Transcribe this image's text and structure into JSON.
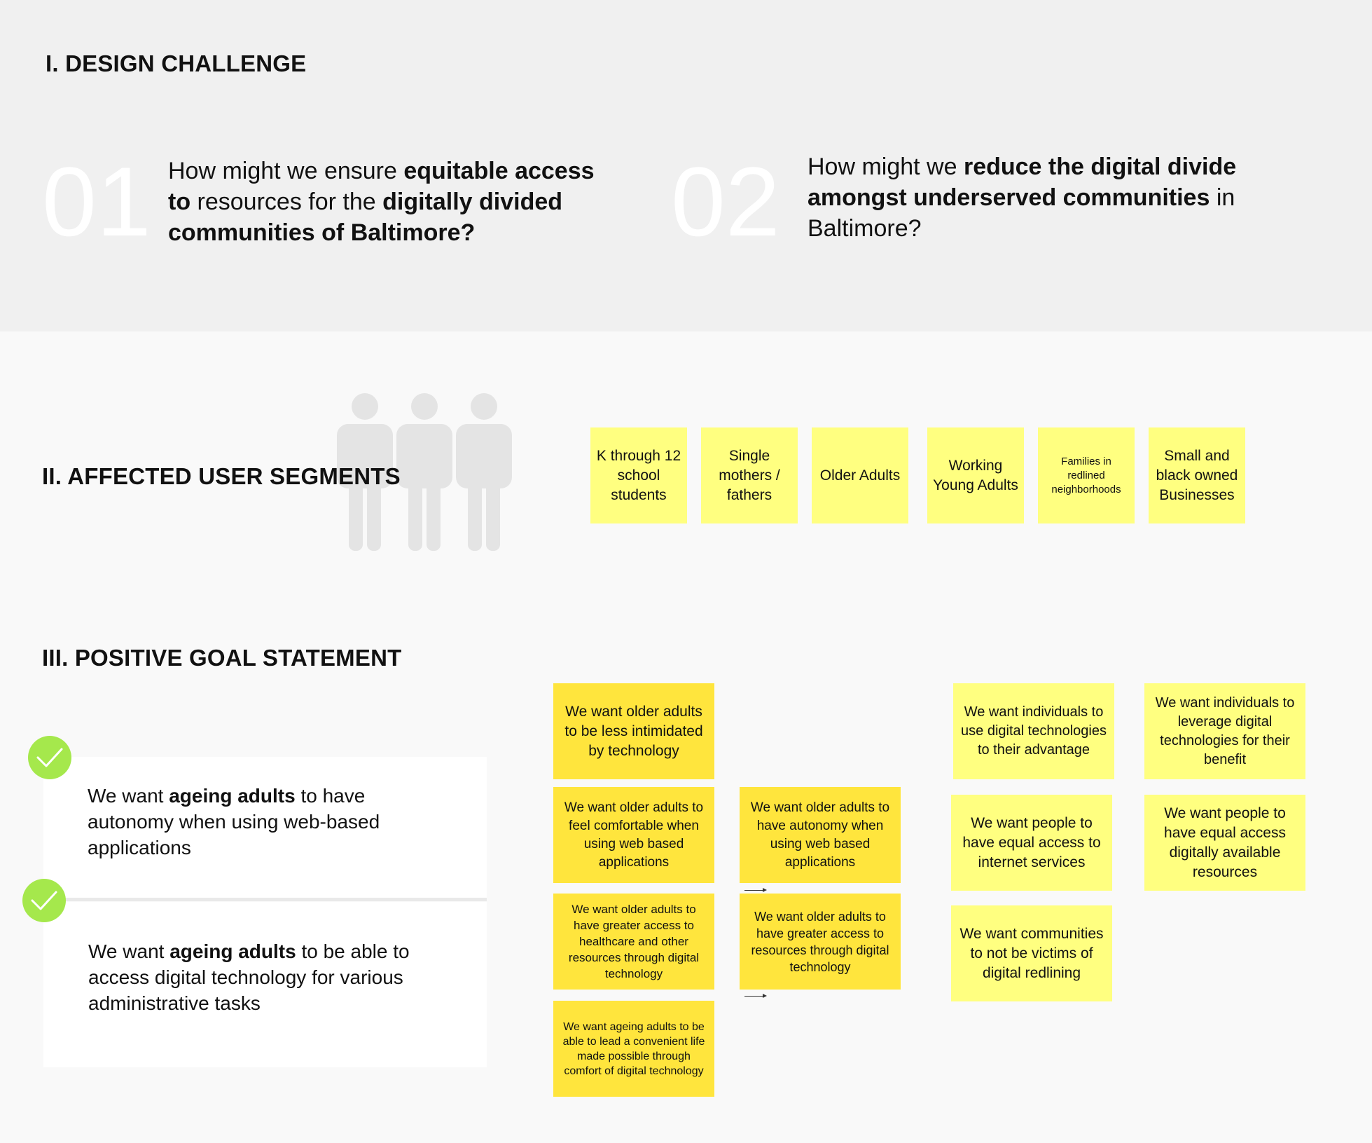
{
  "section1": {
    "title": "I. DESIGN CHALLENGE",
    "q1": {
      "number": "01",
      "parts": [
        "How might we ensure ",
        "equitable access to",
        " resources for the ",
        "digitally divided communities of Baltimore?"
      ]
    },
    "q2": {
      "number": "02",
      "parts": [
        "How might we ",
        "reduce the digital divide amongst underserved communities",
        " in Baltimore?"
      ]
    }
  },
  "section2": {
    "title": "II. AFFECTED USER SEGMENTS",
    "icon": "people-group-icon",
    "segments": [
      "K through 12 school students",
      "Single mothers / fathers",
      "Older Adults",
      "Working Young Adults",
      "Families in redlined neighborhoods",
      "Small and black owned Businesses"
    ]
  },
  "section3": {
    "title": "III. POSITIVE GOAL STATEMENT",
    "goal1": {
      "pre": "We want ",
      "bold": "ageing adults",
      "post": " to have autonomy when using web-based applications"
    },
    "goal2": {
      "pre": "We want ",
      "bold": "ageing adults",
      "post": " to be able to access digital technology for various administrative tasks"
    },
    "notes": [
      "We want older adults to be less intimidated by technology",
      "We want older adults to feel comfortable when using web based applications",
      "We want older adults to have greater access to healthcare and other resources through digital technology",
      "We want ageing adults to be able to lead a convenient life made possible through comfort of digital technology",
      "We want older adults to have autonomy when using web based applications",
      "We want older adults to have greater access to resources through digital technology",
      "We want individuals to use digital technologies to their advantage",
      "We want people to have equal access to internet services",
      "We want communities to not be victims of digital redlining",
      "We want individuals to leverage digital technologies for their benefit",
      "We want people to have equal access digitally available resources"
    ]
  },
  "colors": {
    "band": "#f0f0f0",
    "background": "#f9f9f9",
    "note_light": "#ffff80",
    "note_dark": "#ffe53d",
    "check": "#a5e84c"
  }
}
